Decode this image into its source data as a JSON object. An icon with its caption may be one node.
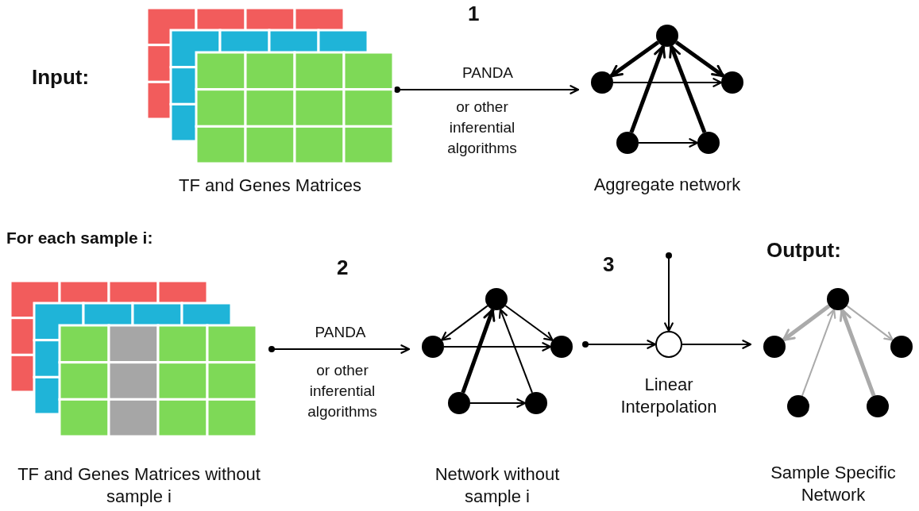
{
  "diagram": {
    "nodes": [
      {
        "text": [
          "TF and Genes Matrices"
        ]
      },
      {
        "text": [
          "Aggregate network"
        ]
      },
      {
        "text": [],
        "shape": "circle",
        "in": 1
      },
      {
        "text": [],
        "shape": "circle",
        "in": 1
      },
      {
        "text": [],
        "shape": "circle",
        "in": 1
      },
      {
        "text": [],
        "shape": "circle",
        "in": 1
      },
      {
        "text": [],
        "shape": "circle",
        "in": 1
      },
      {
        "text": [
          "TF and Genes Matrices without sample i"
        ]
      },
      {
        "text": [
          "Network without sample i"
        ]
      },
      {
        "text": [],
        "shape": "circle",
        "in": 8
      },
      {
        "text": [],
        "shape": "circle",
        "in": 8
      },
      {
        "text": [],
        "shape": "circle",
        "in": 8
      },
      {
        "text": [],
        "shape": "circle",
        "in": 8
      },
      {
        "text": [],
        "shape": "circle",
        "in": 8
      },
      {
        "text": [
          "Linear Interpolation"
        ]
      },
      {
        "text": [
          "Sample Specific Network"
        ]
      },
      {
        "text": [],
        "shape": "circle",
        "in": 15
      },
      {
        "text": [],
        "shape": "circle",
        "in": 15
      },
      {
        "text": [],
        "shape": "circle",
        "in": 15
      },
      {
        "text": [],
        "shape": "circle",
        "in": 15
      },
      {
        "text": [],
        "shape": "circle",
        "in": 15
      }
    ],
    "edges": [
      {
        "from": 0,
        "to": 1,
        "arrow": "to",
        "label": "PANDA"
      },
      {
        "from": 2,
        "to": 3,
        "arrow": "to",
        "style": "thick"
      },
      {
        "from": 2,
        "to": 4,
        "arrow": "to",
        "style": "thick"
      },
      {
        "from": 3,
        "to": 4,
        "arrow": "to"
      },
      {
        "from": 5,
        "to": 2,
        "arrow": "to",
        "style": "thick"
      },
      {
        "from": 6,
        "to": 2,
        "arrow": "to",
        "style": "thick"
      },
      {
        "from": 5,
        "to": 6,
        "arrow": "to"
      },
      {
        "from": 7,
        "to": 8,
        "arrow": "to",
        "label": "PANDA"
      },
      {
        "from": 9,
        "to": 10,
        "arrow": "to"
      },
      {
        "from": 9,
        "to": 11,
        "arrow": "to"
      },
      {
        "from": 10,
        "to": 11,
        "arrow": "to"
      },
      {
        "from": 12,
        "to": 9,
        "arrow": "to",
        "style": "thick"
      },
      {
        "from": 13,
        "to": 9,
        "arrow": "to"
      },
      {
        "from": 12,
        "to": 13,
        "arrow": "to"
      },
      {
        "from": 8,
        "to": 14,
        "arrow": "to"
      },
      {
        "from": null,
        "to": 14,
        "arrow": "to"
      },
      {
        "from": 14,
        "to": 15,
        "arrow": "to"
      },
      {
        "from": 16,
        "to": 17,
        "arrow": "to",
        "style": "thick",
        "color": "#aaaaaa"
      },
      {
        "from": 16,
        "to": 18,
        "arrow": "to",
        "color": "#aaaaaa"
      },
      {
        "from": 19,
        "to": 16,
        "arrow": "to",
        "color": "#aaaaaa"
      },
      {
        "from": 20,
        "to": 16,
        "arrow": "to",
        "style": "thick",
        "color": "#aaaaaa"
      }
    ],
    "labels": [
      "1",
      "Input:",
      "or other inferential algorithms",
      "For each sample i:",
      "2",
      "3",
      "Output:",
      "or other inferential algorithms"
    ]
  }
}
